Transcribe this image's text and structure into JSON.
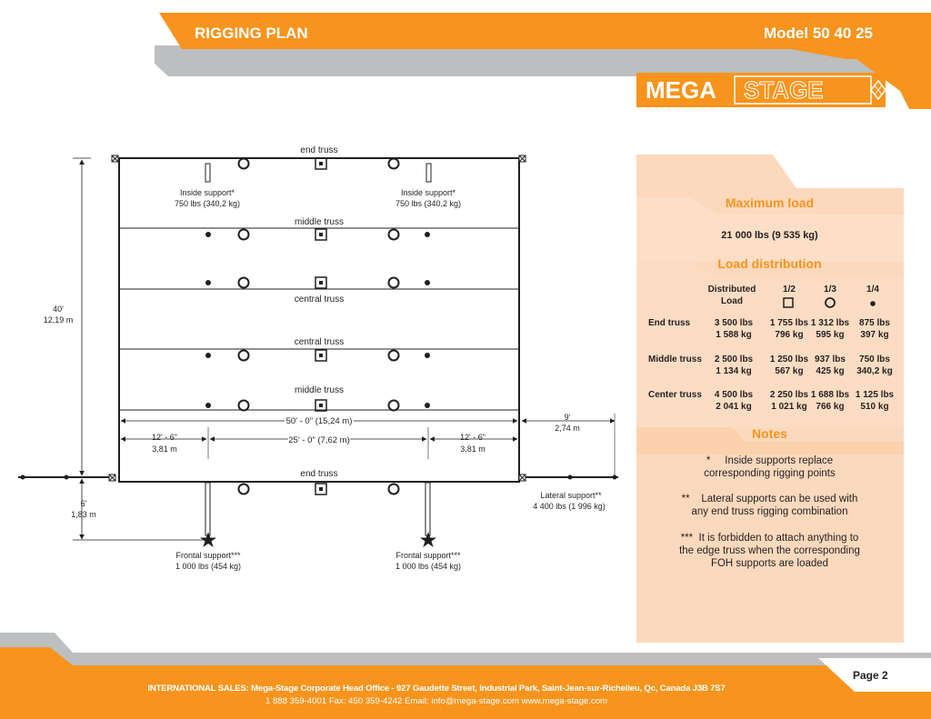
{
  "header": {
    "title": "RIGGING PLAN",
    "model": "Model 50 40 25"
  },
  "logo": {
    "part1": "MEGA",
    "part2": "STAGE"
  },
  "diagram": {
    "labels": {
      "end_truss_top": "end truss",
      "middle_truss_1": "middle truss",
      "central_truss_1": "central truss",
      "central_truss_2": "central truss",
      "middle_truss_2": "middle truss",
      "end_truss_bottom": "end truss"
    },
    "inside_support_left": {
      "name": "Inside support*",
      "load": "750 lbs (340,2 kg)"
    },
    "inside_support_right": {
      "name": "Inside support*",
      "load": "750 lbs (340,2 kg)"
    },
    "frontal_support_left": {
      "name": "Frontal support***",
      "load": "1 000 lbs (454 kg)"
    },
    "frontal_support_right": {
      "name": "Frontal support***",
      "load": "1 000 lbs (454 kg)"
    },
    "lateral_support": {
      "name": "Lateral support**",
      "load": "4 400 lbs (1 996 kg)"
    },
    "dim_height": {
      "imperial": "40'",
      "metric": "12,19 m"
    },
    "dim_width": "50' - 0\" (15,24 m)",
    "dim_center": "25' - 0\" (7,62 m)",
    "dim_left": {
      "imperial": "12' - 6\"",
      "metric": "3,81 m"
    },
    "dim_right": {
      "imperial": "12' - 6\"",
      "metric": "3,81 m"
    },
    "dim_lateral": {
      "imperial": "9'",
      "metric": "2,74 m"
    },
    "dim_front": {
      "imperial": "6'",
      "metric": "1,83 m"
    }
  },
  "panel": {
    "max_load_title": "Maximum load",
    "max_load_value": "21 000 lbs (9 535 kg)",
    "load_dist_title": "Load distribution",
    "columns": {
      "distributed_1": "Distributed",
      "distributed_2": "Load",
      "half": "1/2",
      "third": "1/3",
      "quarter": "1/4"
    },
    "rows": [
      {
        "label": "End truss",
        "dist_lbs": "3 500 lbs",
        "dist_kg": "1 588 kg",
        "half_lbs": "1 755 lbs",
        "half_kg": "796 kg",
        "third_lbs": "1 312 lbs",
        "third_kg": "595 kg",
        "quarter_lbs": "875 lbs",
        "quarter_kg": "397 kg"
      },
      {
        "label": "Middle truss",
        "dist_lbs": "2 500 lbs",
        "dist_kg": "1 134 kg",
        "half_lbs": "1 250 lbs",
        "half_kg": "567 kg",
        "third_lbs": "937 lbs",
        "third_kg": "425 kg",
        "quarter_lbs": "750 lbs",
        "quarter_kg": "340,2 kg"
      },
      {
        "label": "Center truss",
        "dist_lbs": "4 500 lbs",
        "dist_kg": "2 041 kg",
        "half_lbs": "2 250 lbs",
        "half_kg": "1 021 kg",
        "third_lbs": "1 688 lbs",
        "third_kg": "766 kg",
        "quarter_lbs": "1 125 lbs",
        "quarter_kg": "510 kg"
      }
    ],
    "notes_title": "Notes",
    "notes": [
      {
        "line1": "*     Inside supports replace",
        "line2": "corresponding rigging points"
      },
      {
        "line1": "**    Lateral supports can be used with",
        "line2": "any end truss rigging combination"
      },
      {
        "line1": "***  It is forbidden to attach anything to",
        "line2": "the edge truss when the corresponding",
        "line3": "FOH supports are loaded"
      }
    ]
  },
  "footer": {
    "line1": "INTERNATIONAL SALES: Mega-Stage Corporate Head Office - 927 Gaudette Street, Industrial Park, Saint-Jean-sur-Richelieu, Qc, Canada  J3B 7S7",
    "line2": "1 888 359-4001   Fax: 450 359-4242  Email: info@mega-stage.com  www.mega-stage.com",
    "page": "Page 2"
  },
  "colors": {
    "orange": "#f7941d",
    "gray": "#bcbec0",
    "panel_bg": "#fcd9bd",
    "panel_dark": "#fbc9a0"
  }
}
